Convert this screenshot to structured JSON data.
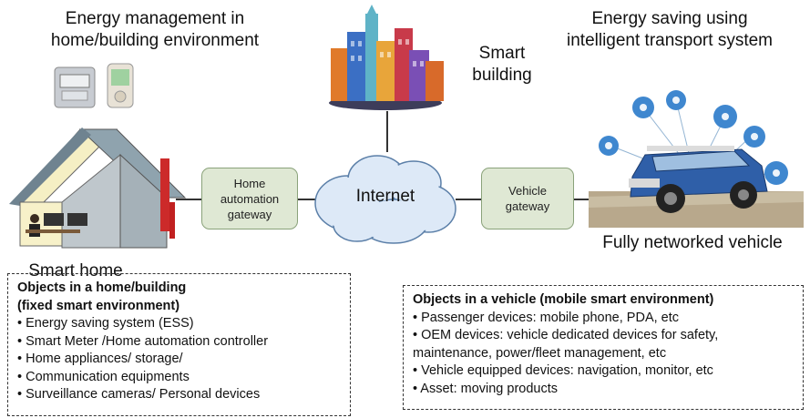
{
  "titles": {
    "home_env": [
      "Energy management in",
      "home/building environment"
    ],
    "smart_building": [
      "Smart",
      "building"
    ],
    "transport": [
      "Energy saving using",
      "intelligent transport system"
    ],
    "smart_home": "Smart home",
    "vehicle": "Fully networked vehicle"
  },
  "gateways": {
    "home": [
      "Home",
      "automation",
      "gateway"
    ],
    "internet": "Internet",
    "vehicle": [
      "Vehicle",
      "gateway"
    ]
  },
  "home_box": {
    "heading": [
      "Objects in a home/building",
      "(fixed smart environment)"
    ],
    "items": [
      "• Energy saving system (ESS)",
      "• Smart Meter /Home automation controller",
      "• Home appliances/ storage/",
      "• Communication equipments",
      "• Surveillance cameras/ Personal devices"
    ]
  },
  "vehicle_box": {
    "heading": "Objects in a vehicle (mobile smart environment)",
    "items": [
      "• Passenger devices: mobile phone, PDA, etc",
      "• OEM devices: vehicle dedicated devices for safety,",
      "maintenance, power/fleet management, etc",
      "• Vehicle equipped devices: navigation, monitor, etc",
      "• Asset: moving products"
    ]
  },
  "colors": {
    "gateway_fill": "#dfe8d4",
    "cloud_fill": "#dde9f7",
    "vehicle_body": "#2f5fa8",
    "house_roof": "#8fa3ae"
  }
}
